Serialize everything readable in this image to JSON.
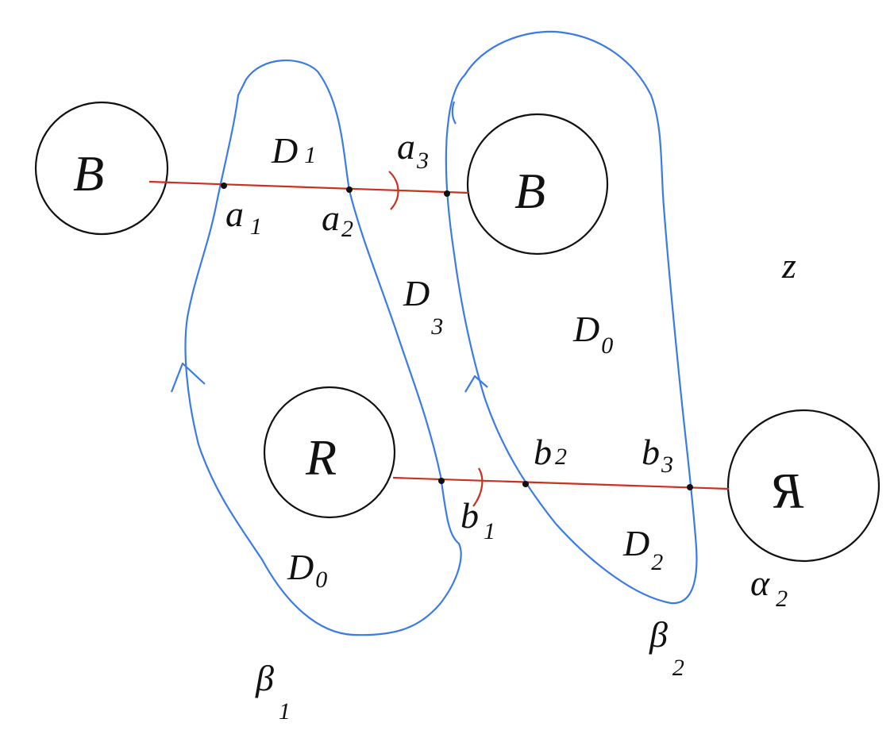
{
  "colors": {
    "ink": "#111111",
    "cut_line": "#c8321e",
    "loop": "#3b7be8"
  },
  "nodes": {
    "top_left": "B",
    "top_right": "B",
    "bottom_left": "R",
    "bottom_right": "R"
  },
  "points_top": {
    "a1": "a",
    "a1_sub": "1",
    "a2": "a",
    "a2_sub": "2",
    "a3": "a",
    "a3_sub": "3"
  },
  "points_bottom": {
    "b1": "b",
    "b1_sub": "1",
    "b2": "b",
    "b2_sub": "2",
    "b3": "b",
    "b3_sub": "3"
  },
  "regions": {
    "d1": "D",
    "d1_sub": "1",
    "d3": "D",
    "d3_sub": "3",
    "d0_right": "D",
    "d0_right_sub": "0",
    "d0_left": "D",
    "d0_left_sub": "0",
    "d2": "D",
    "d2_sub": "2"
  },
  "loops": {
    "beta1": "β",
    "beta1_sub": "1",
    "beta2": "β",
    "beta2_sub": "2"
  },
  "extra": {
    "alpha2": "α",
    "alpha2_sub": "2",
    "z": "z"
  }
}
